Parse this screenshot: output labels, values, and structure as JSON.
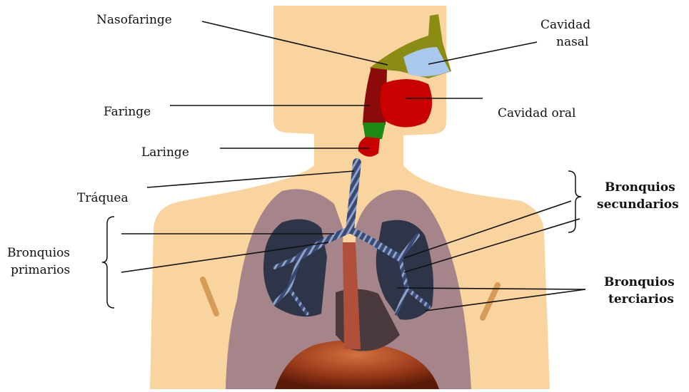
{
  "diagram": {
    "colors": {
      "skin": "#F9D49E",
      "lung": "#A5858A",
      "nasopharynx": "#8A8C14",
      "nasal_cavity": "#A9C8EE",
      "oral_cavity": "#C90000",
      "pharynx": "#8C0A0A",
      "larynx_green": "#1B8A12",
      "trachea": "#5A6E95",
      "bronchi": "#3A4A74",
      "lines": "#111111"
    },
    "labels": {
      "nasofaringe": "Nasofaringe",
      "cavidad_nasal_1": "Cavidad",
      "cavidad_nasal_2": "nasal",
      "cavidad_oral": "Cavidad oral",
      "faringe": "Faringe",
      "laringe": "Laringe",
      "traquea": "Tráquea",
      "primarios_1": "Bronquios",
      "primarios_2": "primarios",
      "secundarios_1": "Bronquios",
      "secundarios_2": "secundarios",
      "terciarios_1": "Bronquios",
      "terciarios_2": "terciarios"
    }
  }
}
